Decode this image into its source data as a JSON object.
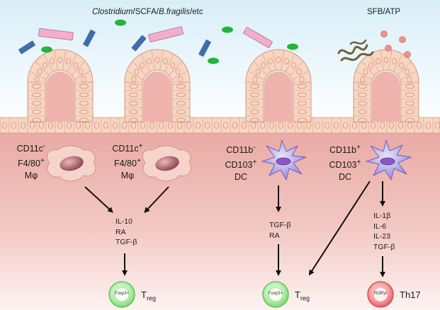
{
  "title": "Clostridium/SCFA/B.fragilis/etc",
  "title_parts": {
    "a": "Clostridium",
    "b": "/SCFA/",
    "c": "B.fragilis",
    "d": "/etc"
  },
  "right_title": "SFB/ATP",
  "cells": {
    "mph1": {
      "l1a": "CD11c",
      "l1s": "-",
      "l2a": "F4/80",
      "l2s": "+",
      "l3": "Mφ"
    },
    "mph2": {
      "l1a": "CD11c",
      "l1s": "+",
      "l2a": "F4/80",
      "l2s": "+",
      "l3": "Mφ"
    },
    "dc1": {
      "l1a": "CD11b",
      "l1s": "-",
      "l2a": "CD103",
      "l2s": "+",
      "l3": "DC"
    },
    "dc2": {
      "l1a": "CD11b",
      "l1s": "+",
      "l2a": "CD103",
      "l2s": "+",
      "l3": "DC"
    }
  },
  "cytokines_left": [
    "IL-10",
    "RA",
    "TGF-β"
  ],
  "cytokines_mid": [
    "TGF-β",
    "RA"
  ],
  "cytokines_right": [
    "IL-1β",
    "IL-6",
    "IL-23",
    "TGF-β"
  ],
  "outputs": {
    "treg1": {
      "badge": "Foxp3+",
      "label": "T",
      "sub": "reg"
    },
    "treg2": {
      "badge": "Foxp3+",
      "label": "T",
      "sub": "reg"
    },
    "th17": {
      "badge": "RORγt",
      "label": "Th17"
    }
  },
  "colors": {
    "tissue": "#e9aaa4",
    "tissue_light": "#fbecea",
    "epithelium": "#f7d6c3",
    "epithelium_line": "#d29a83",
    "nucleus": "#d98b78",
    "treg_green": "#8fdc84",
    "th17_red": "#e86a6a",
    "dc_purple": "#9a8ad8",
    "macrophage": "#f2cfc5",
    "bacteria_pink": "#f3aecb",
    "bacteria_blue": "#3f6ea8",
    "bacteria_green": "#22b53a"
  }
}
